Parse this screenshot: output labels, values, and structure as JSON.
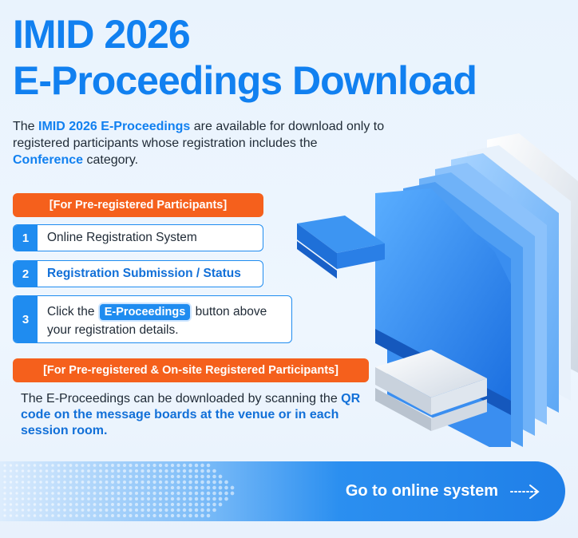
{
  "header": {
    "title_line1": "IMID 2026",
    "title_line2": "E-Proceedings Download"
  },
  "intro": {
    "part1": "The ",
    "bold1": "IMID 2026 E-Proceedings",
    "part2": " are available for download only to registered participants whose registration includes the ",
    "bold2": "Conference",
    "part3": " category."
  },
  "pre_registered": {
    "tag": "[For Pre-registered Participants]",
    "steps": [
      {
        "num": "1",
        "text": "Online Registration System"
      },
      {
        "num": "2",
        "text": "Registration Submission / Status"
      },
      {
        "num": "3",
        "text_before": "Click the ",
        "pill": "E-Proceedings",
        "text_after": " button above",
        "text_line2": " your registration details."
      }
    ]
  },
  "onsite": {
    "tag": "[For Pre-registered & On-site Registered Participants]",
    "text_plain": "The E-Proceedings can be downloaded by scanning the ",
    "text_bold": "QR code on the message boards at the venue or in each session room."
  },
  "cta": {
    "label": "Go to online system"
  },
  "colors": {
    "accent": "#1180f0",
    "orange": "#f5601c"
  },
  "icons": {
    "cta_arrow": "dotted-arrow-right-icon",
    "art": "folder-stack-illustration"
  }
}
